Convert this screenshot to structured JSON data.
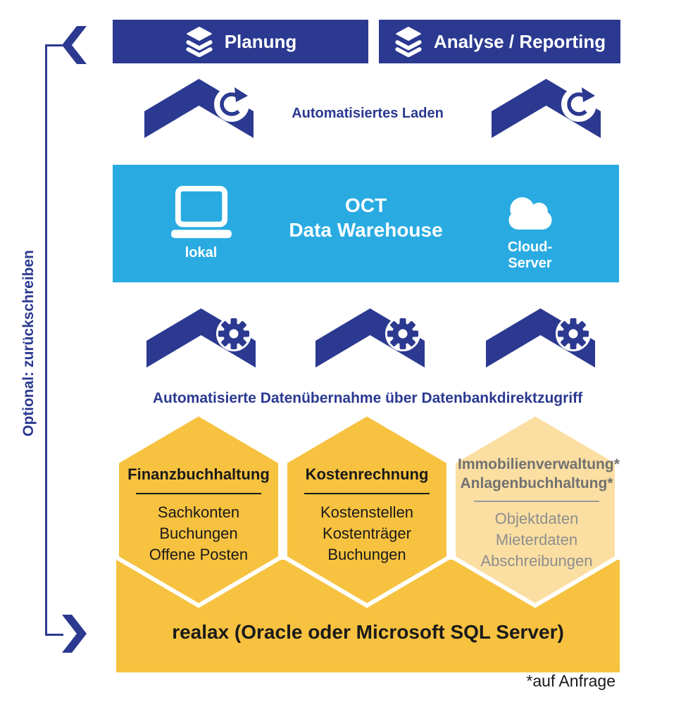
{
  "colors": {
    "navy": "#2B3990",
    "light_blue": "#29ABE2",
    "gold": "#F7C240",
    "light_gold": "#FBDFA2",
    "muted": "#717171",
    "muted_item": "#8E8E8E",
    "ink": "#1A1A1A"
  },
  "left_rail": {
    "label": "Optional: zurückschreiben"
  },
  "headers": {
    "planung": "Planung",
    "analyse": "Analyse / Reporting"
  },
  "load_row": {
    "caption": "Automatisiertes Laden"
  },
  "warehouse": {
    "line1": "OCT",
    "line2": "Data Warehouse",
    "local_label": "lokal",
    "cloud_label": "Cloud-Server"
  },
  "transfer_row": {
    "caption": "Automatisierte Datenübernahme über Datenbankdirektzugriff"
  },
  "hexagons": [
    {
      "title": "Finanzbuchhaltung",
      "items": [
        "Sachkonten",
        "Buchungen",
        "Offene Posten"
      ]
    },
    {
      "title": "Kostenrechnung",
      "items": [
        "Kostenstellen",
        "Kostenträger",
        "Buchungen"
      ]
    },
    {
      "title_line1": "Immobilienverwaltung*",
      "title_line2": "Anlagenbuchhaltung*",
      "items": [
        "Objektdaten",
        "Mieterdaten",
        "Abschreibungen"
      ]
    }
  ],
  "database_bar": {
    "label": "realax (Oracle oder Microsoft SQL Server)"
  },
  "footnote": {
    "label": "*auf Anfrage"
  },
  "icons": {
    "header": "layers-icon",
    "load": "refresh-icon",
    "transfer": "gear-icon",
    "local": "laptop-icon",
    "cloud": "cloud-icon",
    "rail_top": "chevron-left-icon",
    "rail_bottom": "chevron-right-icon"
  }
}
